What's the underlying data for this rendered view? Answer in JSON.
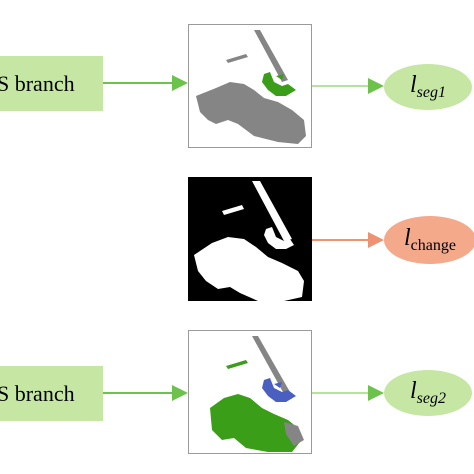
{
  "branches": {
    "top": {
      "label": "SS branch",
      "visible": "S branch"
    },
    "bottom": {
      "label": "SS branch",
      "visible": "S branch"
    }
  },
  "losses": {
    "seg1": {
      "main": "l",
      "sub": "seg1"
    },
    "change": {
      "main": "l",
      "sub": "change"
    },
    "seg2": {
      "main": "l",
      "sub": "seg2"
    }
  },
  "colors": {
    "branch_box": "#c6e7a3",
    "green_arrow": "#6cc24a",
    "orange_arrow": "#ee9271",
    "seg_ellipse": "#c6e7a3",
    "change_ellipse": "#f4a98a",
    "gray_region": "#858585",
    "green_region": "#3a9e18",
    "blue_region": "#4a5fc0"
  }
}
